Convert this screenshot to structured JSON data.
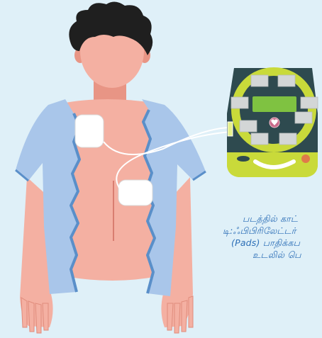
{
  "caption": {
    "lines": [
      "படத்தில் காட்",
      "டி:ஃபிபிரிலேட்டர்",
      "(Pads) பாதிக்கப",
      "உடலில் பெ"
    ]
  },
  "icons": {
    "aed_heart": "heart-icon"
  },
  "colors": {
    "background": "#dff0f8",
    "skin": "#f4b0a2",
    "skin_shadow": "#e89585",
    "hair": "#1f1f1f",
    "shirt": "#a9c6ea",
    "shirt_edge": "#5a8fc9",
    "aed_body": "#2e4a4f",
    "aed_ring": "#c9da3a",
    "aed_screen": "#7fc241",
    "pad": "#ffffff",
    "caption_text": "#2d6fb7"
  }
}
